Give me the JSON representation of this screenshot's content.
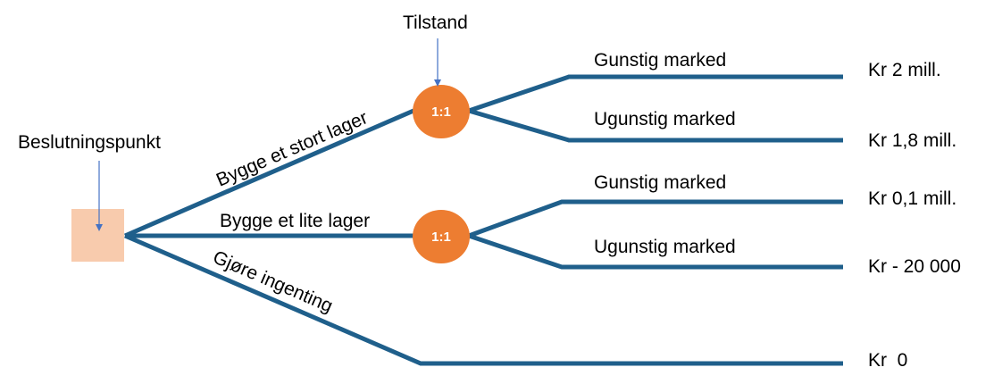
{
  "colors": {
    "line": "#1f5f8b",
    "chance_node": "#ed7d31",
    "decision_node": "#f8cbad",
    "arrow": "#4472c4"
  },
  "annotations": {
    "decision_point": "Beslutningspunkt",
    "state": "Tilstand"
  },
  "decision_node": {
    "shape": "square"
  },
  "decision_branches": [
    {
      "label": "Bygge et stort lager"
    },
    {
      "label": "Bygge et lite lager"
    },
    {
      "label": "Gjøre ingenting"
    }
  ],
  "chance_nodes": [
    {
      "label": "1:1"
    },
    {
      "label": "1:1"
    }
  ],
  "outcomes": [
    {
      "branch": "Gunstig marked",
      "payoff": "Kr 2 mill."
    },
    {
      "branch": "Ugunstig marked",
      "payoff": "Kr 1,8 mill."
    },
    {
      "branch": "Gunstig marked",
      "payoff": "Kr 0,1 mill."
    },
    {
      "branch": "Ugunstig marked",
      "payoff": "Kr - 20 000"
    },
    {
      "branch": "",
      "payoff": "Kr  0"
    }
  ]
}
